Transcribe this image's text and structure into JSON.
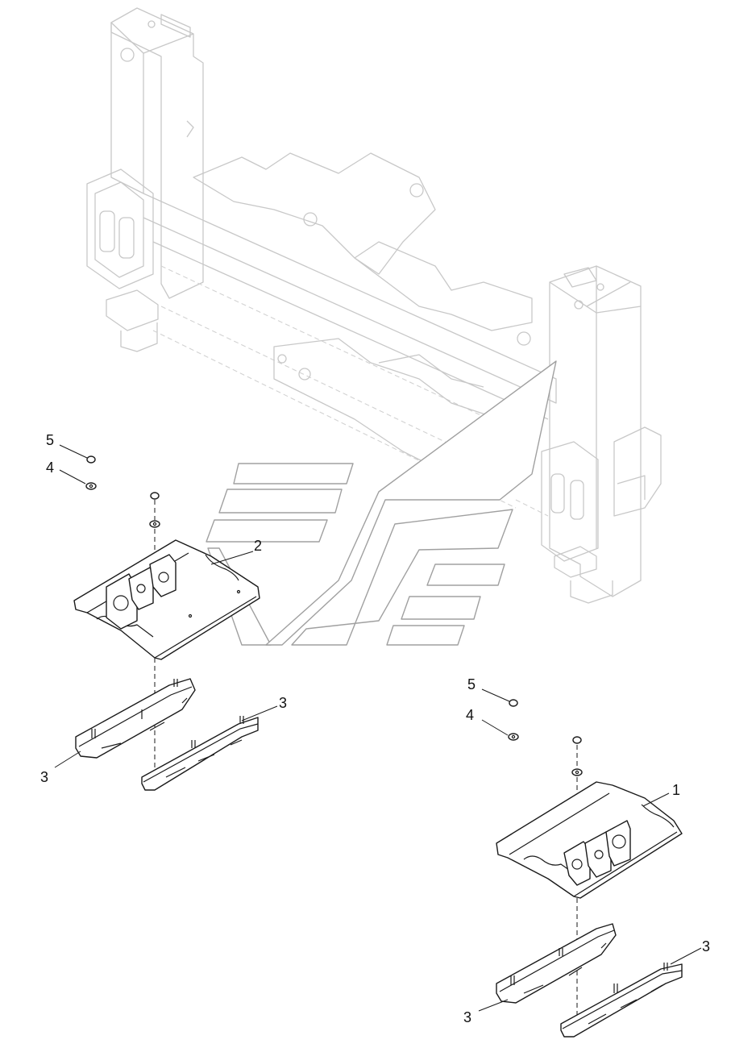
{
  "callouts": {
    "c1": "1",
    "c2": "2",
    "c3a": "3",
    "c3b": "3",
    "c3c": "3",
    "c3d": "3",
    "c4a": "4",
    "c4b": "4",
    "c5a": "5",
    "c5b": "5"
  },
  "icons": {
    "watermark": "chevron-logo-watermark",
    "frame": "machine-frame-phantom"
  }
}
